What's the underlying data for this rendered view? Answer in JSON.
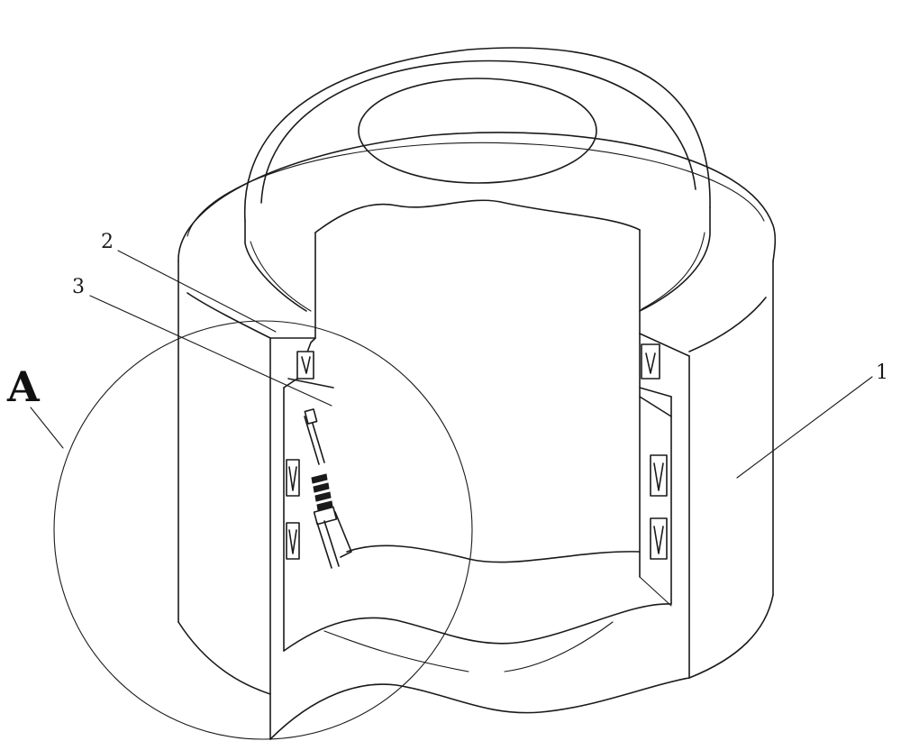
{
  "labels": {
    "part_1": "1",
    "part_2": "2",
    "part_3": "3",
    "detail": "A"
  }
}
